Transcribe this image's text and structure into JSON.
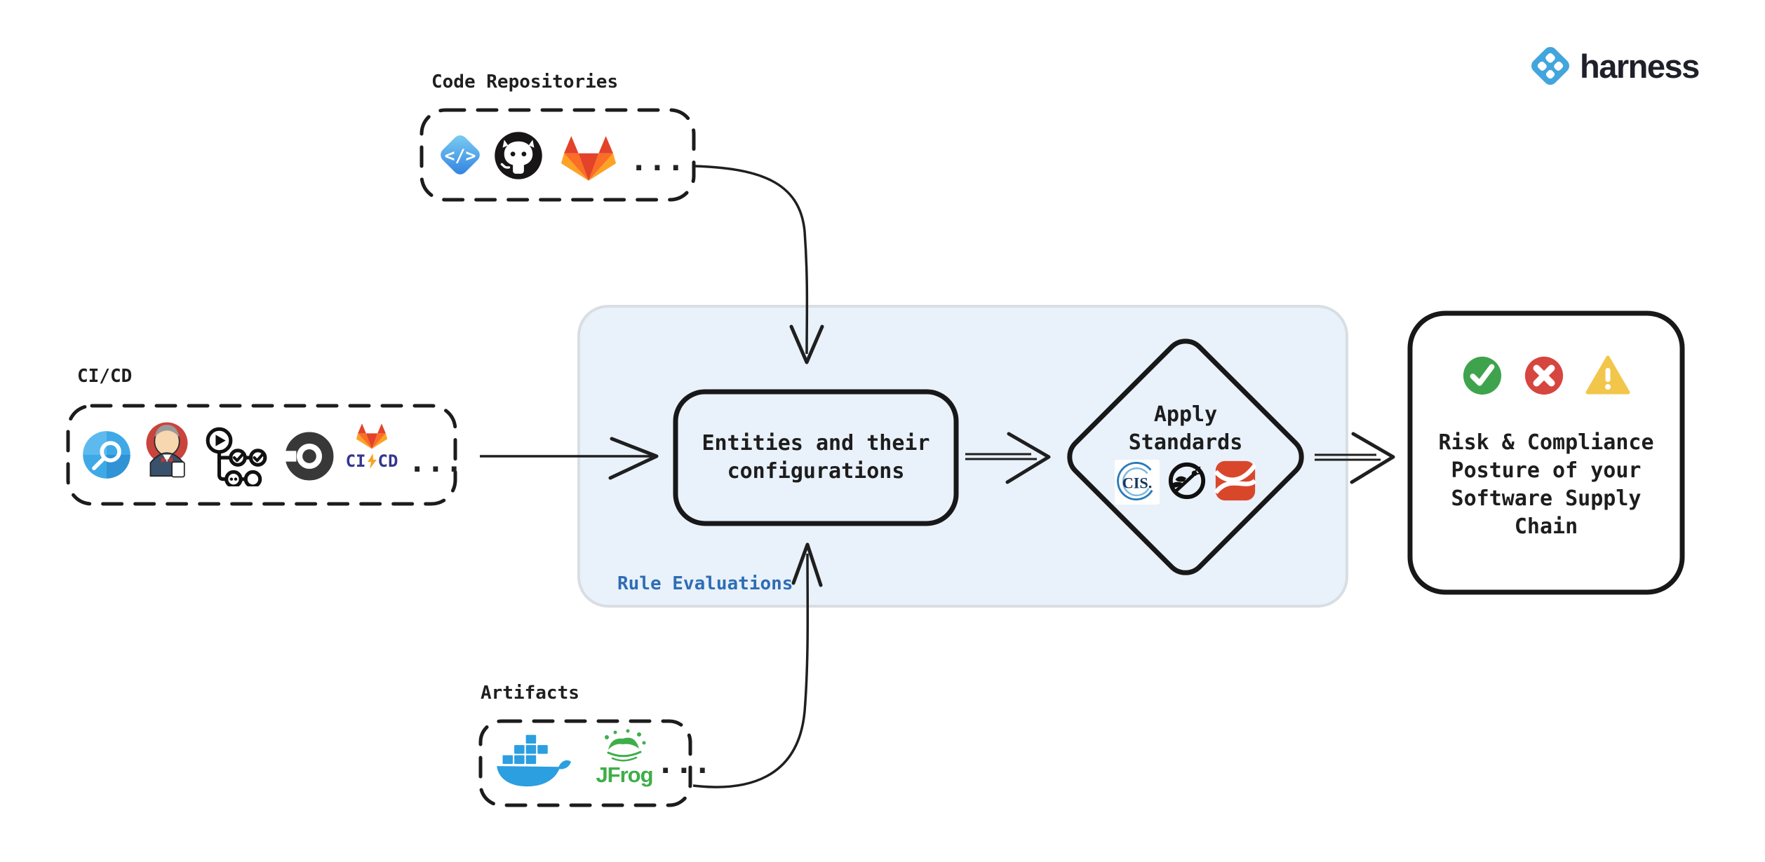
{
  "brand": {
    "wordmark": "harness"
  },
  "colors": {
    "harness_blue": "#42a5dd",
    "panel_fill": "#e9f1fa",
    "rule_label_blue": "#2e6db5",
    "success_green": "#3fa34d",
    "error_red": "#d6453f",
    "warning_yellow": "#f2c64a",
    "stroke_dark": "#1c1c1c"
  },
  "code_repositories": {
    "label": "Code Repositories",
    "more": "..."
  },
  "cicd": {
    "label": "CI/CD",
    "gitlab_ci": "CI",
    "gitlab_cd": "CD",
    "more": "..."
  },
  "artifacts": {
    "label": "Artifacts",
    "jfrog": "JFrog",
    "more": "..."
  },
  "rule_panel": {
    "label": "Rule Evaluations"
  },
  "entities_box": {
    "line1": "Entities and their",
    "line2": "configurations"
  },
  "apply_standards": {
    "line1": "Apply",
    "line2": "Standards",
    "cis": "CIS."
  },
  "result_box": {
    "line1": "Risk & Compliance",
    "line2": "Posture of your",
    "line3": "Software Supply",
    "line4": "Chain"
  }
}
